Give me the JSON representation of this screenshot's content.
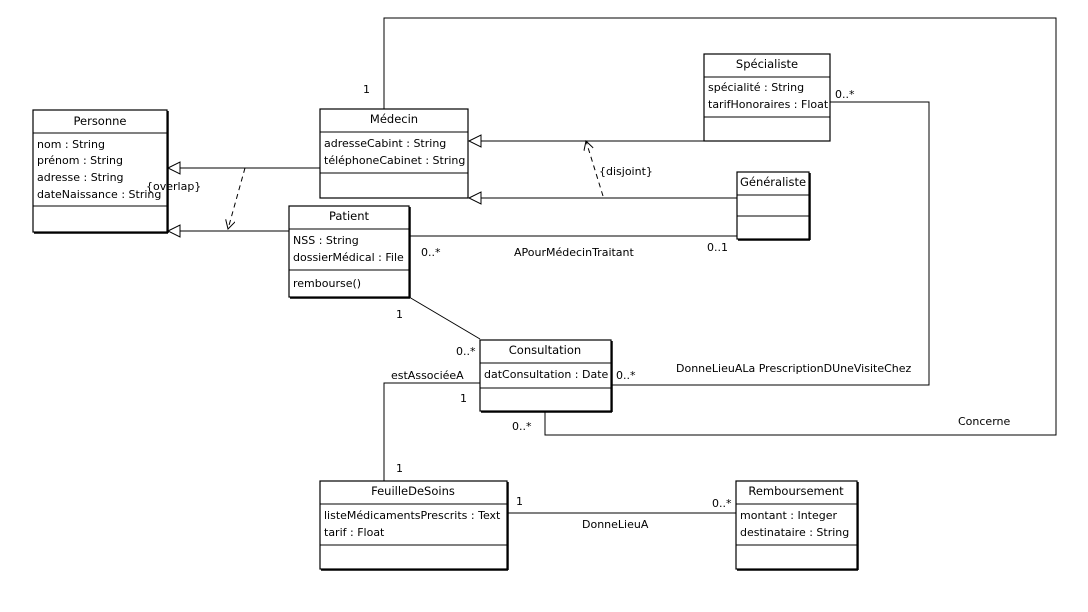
{
  "classes": {
    "personne": {
      "name": "Personne",
      "attributes": [
        "nom : String",
        "prénom : String",
        "adresse : String",
        "dateNaissance : String"
      ]
    },
    "medecin": {
      "name": "Médecin",
      "attributes": [
        "adresseCabint : String",
        "téléphoneCabinet : String"
      ]
    },
    "specialiste": {
      "name": "Spécialiste",
      "attributes": [
        "spécialité : String",
        "tarifHonoraires : Float"
      ]
    },
    "generaliste": {
      "name": "Généraliste",
      "attributes": []
    },
    "patient": {
      "name": "Patient",
      "attributes": [
        "NSS : String",
        "dossierMédical : File"
      ],
      "operations": [
        "rembourse()"
      ]
    },
    "consultation": {
      "name": "Consultation",
      "attributes": [
        "datConsultation : Date"
      ]
    },
    "feuille": {
      "name": "FeuilleDeSoins",
      "attributes": [
        "listeMédicamentsPrescrits : Text",
        "tarif : Float"
      ]
    },
    "remboursement": {
      "name": "Remboursement",
      "attributes": [
        "montant : Integer",
        "destinataire : String"
      ]
    }
  },
  "constraints": {
    "overlap": "{overlap}",
    "disjoint": "{disjoint}"
  },
  "associations": {
    "medecin_traitant": {
      "name": "APourMédecinTraitant",
      "mult_patient": "0..*",
      "mult_generaliste": "0..1"
    },
    "patient_consultation": {
      "mult_patient": "1",
      "mult_consultation": "0..*"
    },
    "prescription": {
      "name": "DonneLieuALa PrescriptionDUneVisiteChez",
      "mult_consultation": "0..*",
      "mult_specialiste": "0..*"
    },
    "concerne": {
      "name": "Concerne",
      "mult_consultation": "0..*",
      "mult_medecin": "1"
    },
    "est_associee": {
      "name": "estAssociéeA",
      "mult_consultation": "1",
      "mult_feuille": "1"
    },
    "donne_lieu": {
      "name": "DonneLieuA",
      "mult_feuille": "1",
      "mult_remboursement": "0..*"
    }
  }
}
